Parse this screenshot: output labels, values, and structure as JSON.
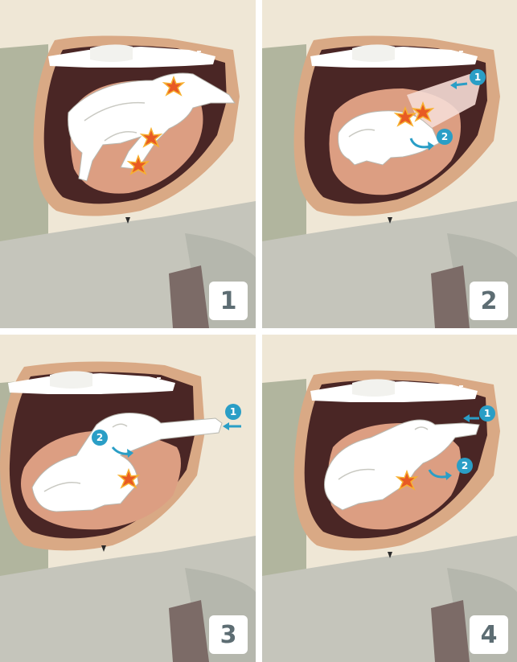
{
  "panels": [
    {
      "number": "1",
      "callouts": []
    },
    {
      "number": "2",
      "callouts": [
        "1",
        "2"
      ]
    },
    {
      "number": "3",
      "callouts": [
        "1",
        "2"
      ]
    },
    {
      "number": "4",
      "callouts": [
        "1",
        "2"
      ]
    }
  ],
  "colors": {
    "background": "#efe7d6",
    "mare_body": "#c5c5bb",
    "mare_back": "#a7ae96",
    "legs": "#7c6b67",
    "outer_pelvis": "#d9a985",
    "cavity": "#4a2625",
    "uterus": "#dc9e82",
    "foal": "#ffffff",
    "arrow": "#2a9ec6",
    "star": "#e85a24"
  }
}
